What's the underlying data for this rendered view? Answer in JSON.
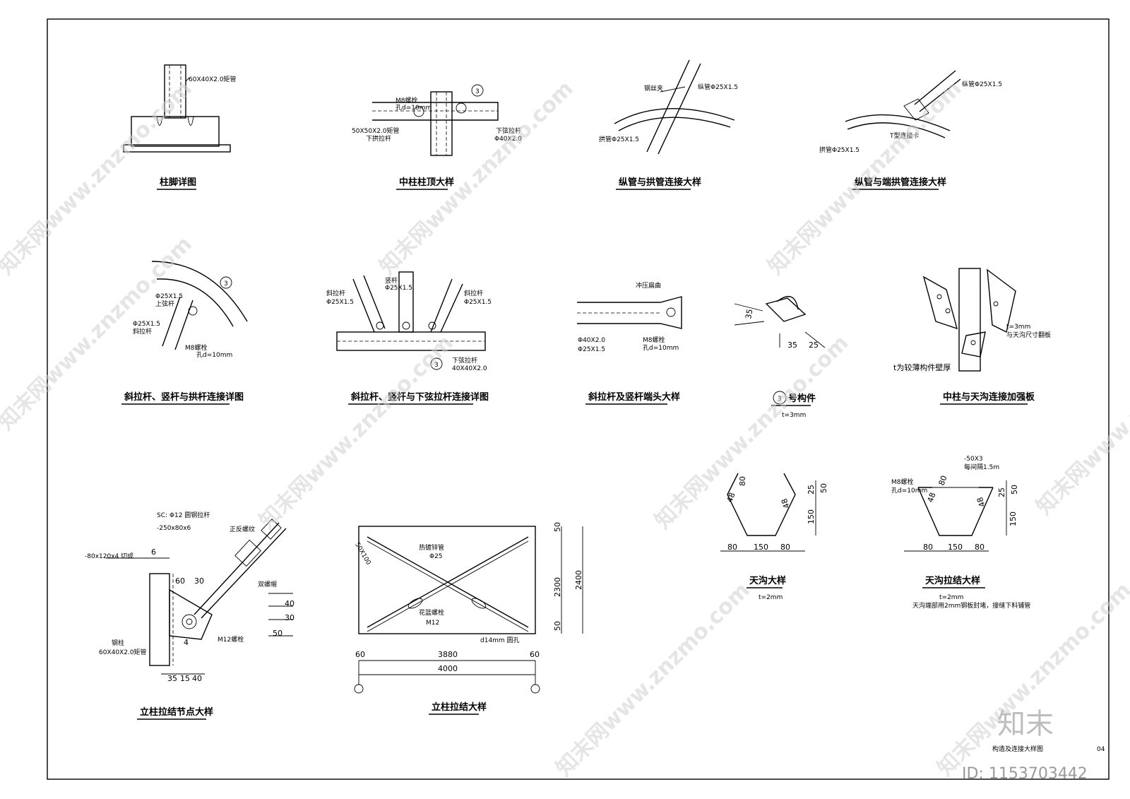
{
  "drawing": {
    "details": [
      {
        "title": "柱脚详图",
        "labels": [
          "60X40X2.0矩管"
        ]
      },
      {
        "title": "中柱柱顶大样",
        "labels": [
          "M8螺栓",
          "孔d=10mm",
          "50X50X2.0矩管",
          "下拱拉杆",
          "下弦拉杆",
          "Φ40X2.0"
        ]
      },
      {
        "title": "纵管与拱管连接大样",
        "labels": [
          "钢丝夹",
          "纵管Φ25X1.5",
          "拱管Φ25X1.5"
        ]
      },
      {
        "title": "纵管与端拱管连接大样",
        "labels": [
          "纵管Φ25X1.5",
          "T型连接卡",
          "拱管Φ25X1.5"
        ]
      },
      {
        "title": "斜拉杆、竖杆与拱杆连接详图",
        "labels": [
          "Φ25X1.5",
          "上弦杆",
          "Φ25X1.5",
          "斜拉杆",
          "M8螺栓",
          "孔d=10mm"
        ]
      },
      {
        "title": "斜拉杆、竖杆与下弦拉杆连接详图",
        "labels": [
          "斜拉杆",
          "Φ25X1.5",
          "竖杆",
          "Φ25X1.5",
          "斜拉杆",
          "Φ25X1.5",
          "下弦拉杆",
          "40X40X2.0"
        ]
      },
      {
        "title": "斜拉杆及竖杆端头大样",
        "labels": [
          "冲压扁曲",
          "Φ40X2.0",
          "Φ25X1.5",
          "M8螺栓",
          "孔d=10mm"
        ]
      },
      {
        "title": "号构件",
        "note": "t=3mm",
        "dims": [
          "35",
          "35",
          "25"
        ]
      },
      {
        "title": "中柱与天沟连接加强板",
        "labels": [
          "t=3mm",
          "与天沟尺寸翻板",
          "t为较薄构件壁厚"
        ]
      },
      {
        "title": "立柱拉结节点大样",
        "labels": [
          "SC: Φ12 圆钢拉杆",
          "-250x80x6",
          "正反螺纹",
          "-80x120x4  切成",
          "双螺帽",
          "M12螺栓",
          "钢柱",
          "60X40X2.0矩管"
        ],
        "dims": [
          "6",
          "60",
          "30",
          "40",
          "30",
          "50",
          "4",
          "35",
          "15",
          "40"
        ]
      },
      {
        "title": "立柱拉结大样",
        "labels": [
          "热镀锌管",
          "Φ25",
          "花篮螺栓",
          "M12",
          "d14mm 圆孔",
          "50X100"
        ],
        "dims": [
          "50",
          "2300",
          "2400",
          "50",
          "60",
          "3880",
          "60",
          "4000"
        ]
      },
      {
        "title": "天沟大样",
        "note": "t=2mm",
        "dims": [
          "80",
          "48",
          "48",
          "50",
          "25",
          "150",
          "80",
          "150",
          "80"
        ]
      },
      {
        "title": "天沟拉结大样",
        "note": "t=2mm",
        "subnote": "天沟端部用2mm钢板封堵，接缝下料铺管",
        "labels": [
          "-50X3",
          "M8螺栓",
          "孔d=10mm",
          "每间隔1.5m"
        ],
        "dims": [
          "80",
          "48",
          "48",
          "50",
          "25",
          "150",
          "80",
          "150",
          "80"
        ]
      }
    ],
    "circle_mark": "3",
    "sheet_label": "构造及连接大样图",
    "sheet_number": "04"
  },
  "watermark": {
    "text": "知末网www.znzmo.com",
    "brand": "知末",
    "id": "ID: 1153703442"
  }
}
